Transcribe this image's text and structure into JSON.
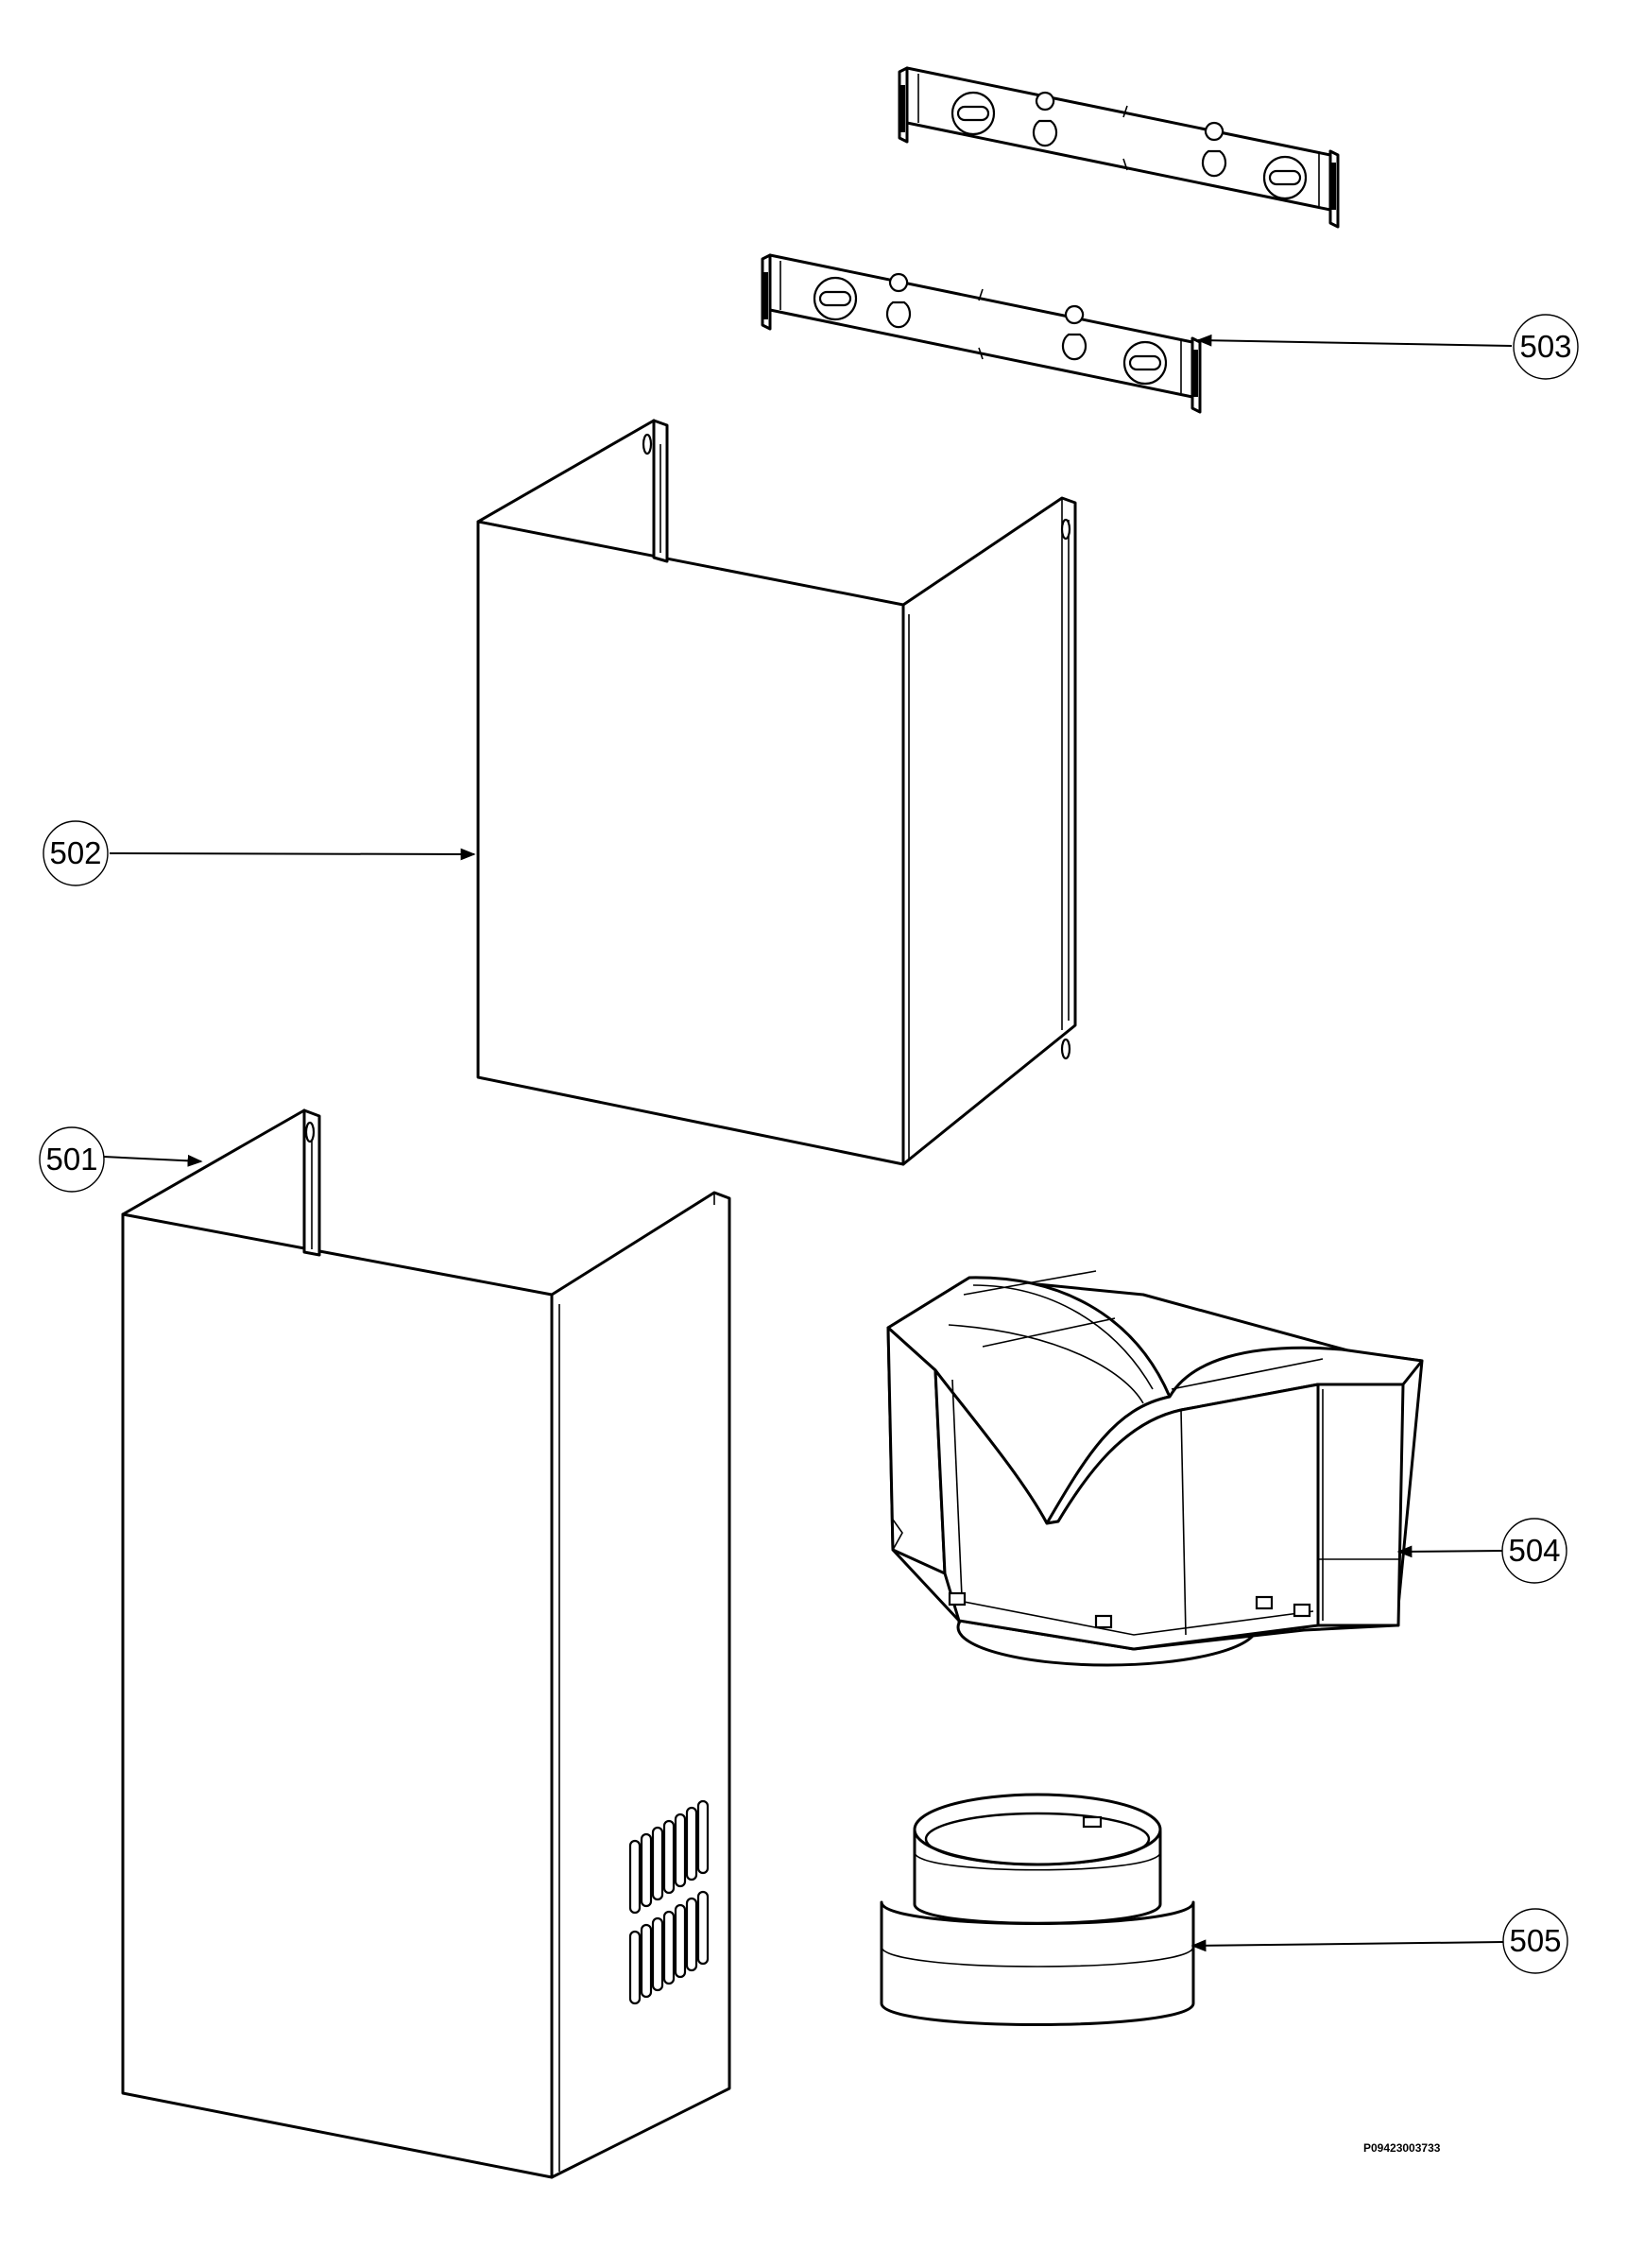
{
  "callouts": [
    {
      "id": "501",
      "label": "501"
    },
    {
      "id": "502",
      "label": "502"
    },
    {
      "id": "503",
      "label": "503"
    },
    {
      "id": "504",
      "label": "504"
    },
    {
      "id": "505",
      "label": "505"
    }
  ],
  "drawing_code": "P09423003733"
}
